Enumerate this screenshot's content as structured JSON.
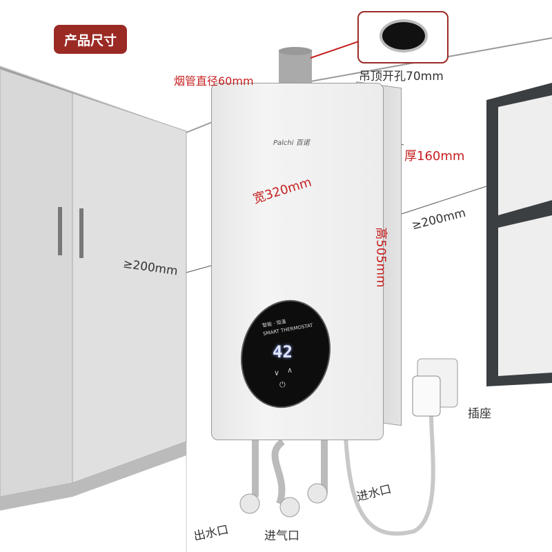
{
  "title_tag": "产品尺寸",
  "labels": {
    "flue_diameter": "烟管直径60mm",
    "ceiling_hole": "吊顶开孔70mm",
    "thickness": "厚160mm",
    "width": "宽320mm",
    "height": "高505mm",
    "clearance_left": "≥200mm",
    "clearance_right": "≥200mm",
    "socket": "插座",
    "water_outlet": "出水口",
    "gas_inlet": "进气口",
    "water_inlet": "进水口"
  },
  "brand": {
    "logo": "Palchi 百诺"
  },
  "panel": {
    "brand_line": "智能 · 恒温",
    "subtitle": "SMART THERMOSTAT",
    "temperature": "42"
  },
  "colors": {
    "accent": "#9b2a25",
    "dimension": "#c62020"
  }
}
